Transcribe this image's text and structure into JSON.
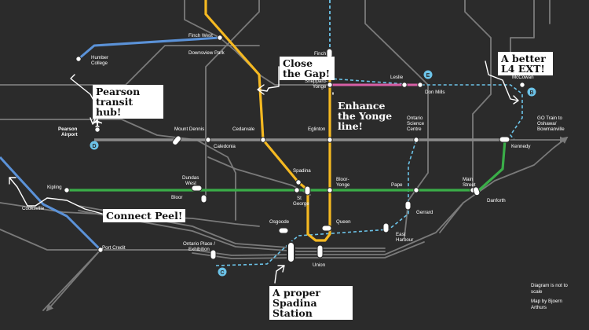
{
  "colors": {
    "background": "#2b2b2b",
    "rail": "#7a7a7a",
    "line1": "#f5b921",
    "line2": "#3aad48",
    "line4": "#d75fa6",
    "lrt": "#5b92d8",
    "proposed": "#6cc3e8",
    "annotation": "#ffffff"
  },
  "callouts": {
    "pearson": "Pearson transit hub!",
    "close_gap": "Close the Gap!",
    "enhance": "Enhance the Yonge line!",
    "l4": "A better L4 EXT!",
    "peel": "Connect Peel!",
    "spadina": "A proper Spadina Station"
  },
  "route_badges": {
    "b": "B",
    "c": "C",
    "d": "D",
    "e": "E"
  },
  "stations": {
    "finch_west": "Finch West",
    "downsview_park": "Downsview Park",
    "finch": "Finch",
    "humber_college": "Humber College",
    "sheppard_yonge": "Sheppard-Yonge",
    "leslie": "Leslie",
    "don_mills": "Don Mills",
    "mccowan": "McCowan",
    "go_oshawa": "GO Train to Oshawa/ Bowmanville",
    "pearson_airport": "Pearson Airport",
    "mount_dennis": "Mount Dennis",
    "cedarvale": "Cedarvale",
    "eglinton": "Eglinton",
    "ontario_science_centre": "Ontario Science Centre",
    "caledonia": "Caledonia",
    "kennedy": "Kennedy",
    "spadina": "Spadina",
    "kipling": "Kipling",
    "dundas_west": "Dundas West",
    "bloor": "Bloor",
    "st_george": "St George",
    "bloor_yonge": "Bloor-Yonge",
    "pape": "Pape",
    "main_street": "Main Street",
    "danforth": "Danforth",
    "cooksville": "Cooksville",
    "gerrard": "Gerrard",
    "osgoode": "Osgoode",
    "queen": "Queen",
    "east_harbour": "East Harbour",
    "port_credit": "Port Credit",
    "ontario_place": "Ontario Place / Exhibition",
    "union": "Union"
  },
  "footer": {
    "scale_note": "Diagram is not to scale",
    "credit": "Map by Bjoern Arthurs"
  }
}
